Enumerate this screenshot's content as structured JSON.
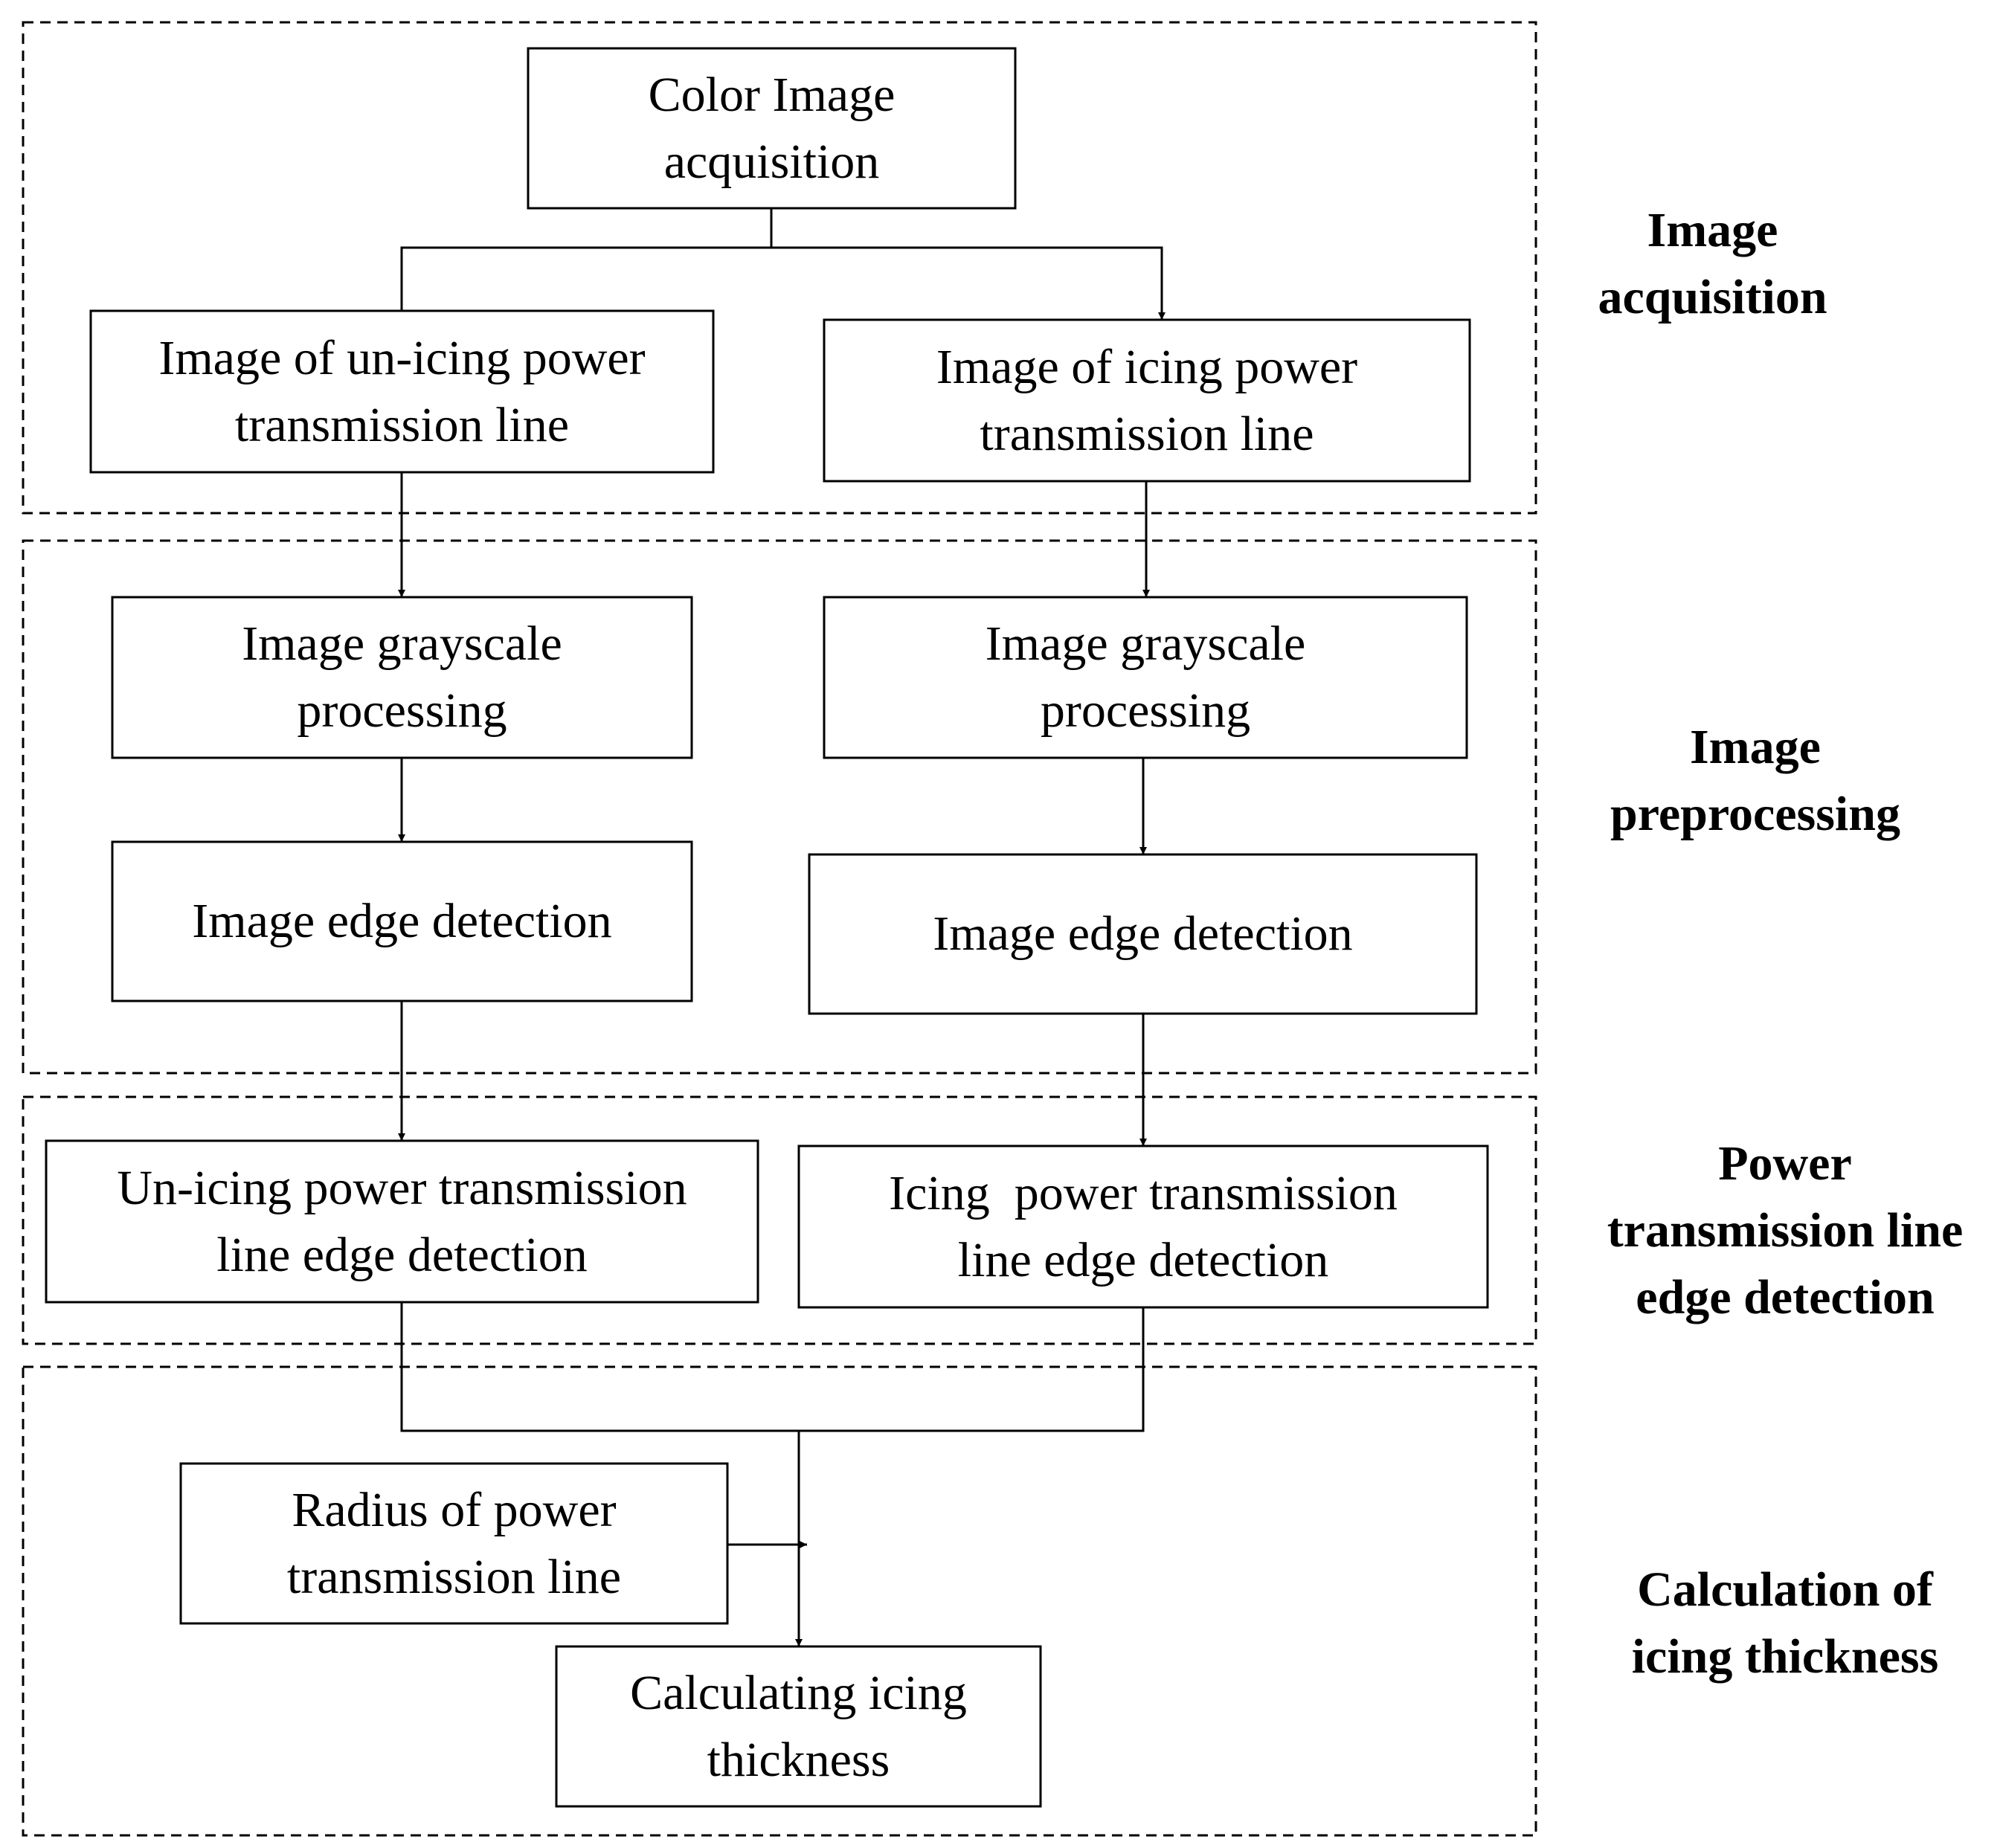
{
  "sections": [
    {
      "id": "acquisition",
      "label": [
        "Image",
        "acquisition"
      ]
    },
    {
      "id": "preprocessing",
      "label": [
        "Image",
        "preprocessing"
      ]
    },
    {
      "id": "edge",
      "label": [
        "Power",
        "transmission line",
        "edge detection"
      ]
    },
    {
      "id": "calculation",
      "label": [
        "Calculation of",
        "icing thickness"
      ]
    }
  ],
  "boxes": {
    "color_image": [
      "Color Image",
      "acquisition"
    ],
    "uniced_image": [
      "Image of un-icing power",
      "transmission line"
    ],
    "iced_image": [
      "Image of icing power",
      "transmission line"
    ],
    "gray_left": [
      "Image grayscale",
      "processing"
    ],
    "gray_right": [
      "Image grayscale",
      "processing"
    ],
    "edge_left": [
      "Image edge detection"
    ],
    "edge_right": [
      "Image edge detection"
    ],
    "uniced_edge": [
      "Un-icing power transmission",
      "line edge detection"
    ],
    "iced_edge": [
      "Icing  power transmission",
      "line edge detection"
    ],
    "radius": [
      "Radius of power",
      "transmission line"
    ],
    "calc": [
      "Calculating icing",
      "thickness"
    ]
  },
  "colors": {
    "stroke": "#000000",
    "background": "#ffffff"
  }
}
